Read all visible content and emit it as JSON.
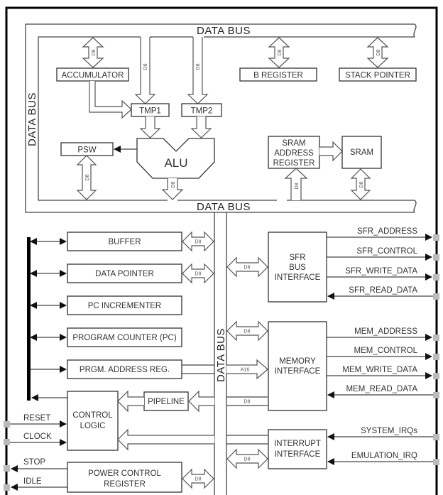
{
  "bus": {
    "data_bus": "DATA BUS",
    "d8": "D8",
    "a16": "A16"
  },
  "upper": {
    "accumulator": "ACCUMULATOR",
    "b_register": "B  REGISTER",
    "stack_pointer": "STACK POINTER",
    "tmp1": "TMP1",
    "tmp2": "TMP2",
    "psw": "PSW",
    "alu": "ALU",
    "sram_address_register": [
      "SRAM",
      "ADDRESS",
      "REGISTER"
    ],
    "sram": "SRAM"
  },
  "lower_left": {
    "buffer": "BUFFER",
    "data_pointer": "DATA POINTER",
    "pc_incrementer": "PC INCREMENTER",
    "program_counter": "PROGRAM  COUNTER (PC)",
    "prgm_address_reg": "PRGM. ADDRESS REG.",
    "pipeline": "PIPELINE",
    "control_logic": [
      "CONTROL",
      "LOGIC"
    ],
    "power_control_register": [
      "POWER  CONTROL",
      "REGISTER"
    ]
  },
  "left_signals": {
    "reset": "RESET",
    "clock": "CLOCK",
    "stop": "STOP",
    "idle": "IDLE"
  },
  "lower_right": {
    "sfr_bus_interface": [
      "SFR",
      "BUS",
      "INTERFACE"
    ],
    "memory_interface": [
      "MEMORY",
      "INTERFACE"
    ],
    "interrupt_interface": [
      "INTERRUPT",
      "INTERFACE"
    ]
  },
  "right_signals": {
    "sfr_address": "SFR_ADDRESS",
    "sfr_control": "SFR_CONTROL",
    "sfr_write_data": "SFR_WRITE_DATA",
    "sfr_read_data": "SFR_READ_DATA",
    "mem_address": "MEM_ADDRESS",
    "mem_control": "MEM_CONTROL",
    "mem_write_data": "MEM_WRITE_DATA",
    "mem_read_data": "MEM_READ_DATA",
    "system_irqs": "SYSTEM_IRQs",
    "emulation_irq": "EMULATION_IRQ"
  }
}
